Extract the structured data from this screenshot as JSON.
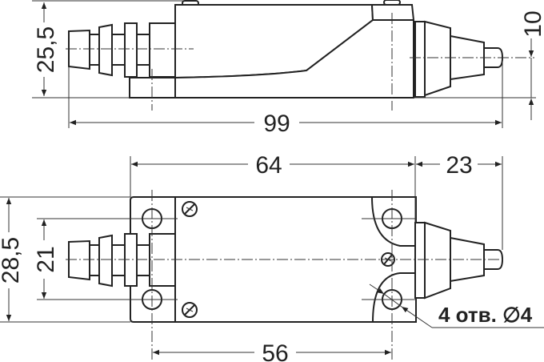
{
  "title": "Limit switch dimensional drawing",
  "colors": {
    "line": "#222222",
    "background": "#ffffff"
  },
  "dimensions": {
    "side_height": "25,5",
    "plunger_offset": "10",
    "overall_length": "99",
    "body_length": "64",
    "plunger_length": "23",
    "body_width": "28,5",
    "hole_spacing_vertical": "21",
    "hole_spacing_horizontal": "56"
  },
  "notes": {
    "holes": "4 отв. ∅4"
  }
}
